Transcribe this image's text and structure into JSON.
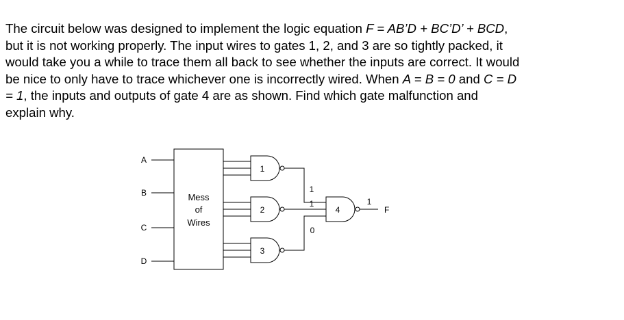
{
  "problem": {
    "segments": [
      {
        "t": "The circuit below was designed to implement the logic equation "
      },
      {
        "t": "F = AB’D + BC’D’ + BCD",
        "i": true
      },
      {
        "t": ",",
        "br": true
      },
      {
        "t": "but it is not working properly. The input wires to gates 1, 2, and 3 are so tightly packed, it",
        "br": true
      },
      {
        "t": "would take you a while to trace them all back to see whether the inputs are correct. It would",
        "br": true
      },
      {
        "t": "be nice to only have to trace whichever one is incorrectly wired. When "
      },
      {
        "t": "A = B = 0",
        "i": true
      },
      {
        "t": " and "
      },
      {
        "t": "C = D",
        "i": true,
        "br": true
      },
      {
        "t": "= 1",
        "i": true
      },
      {
        "t": ", the inputs and outputs of gate 4 are as shown. Find which gate malfunction and",
        "br": true
      },
      {
        "t": "explain why."
      }
    ]
  },
  "circuit": {
    "inputs": [
      "A",
      "B",
      "C",
      "D"
    ],
    "box_label": [
      "Mess",
      "of",
      "Wires"
    ],
    "gates": [
      {
        "label": "1",
        "type": "NAND"
      },
      {
        "label": "2",
        "type": "NAND"
      },
      {
        "label": "3",
        "type": "NAND"
      },
      {
        "label": "4",
        "type": "NAND"
      }
    ],
    "gate4_input_values": [
      "1",
      "1",
      "0"
    ],
    "gate4_output_value": "1",
    "output_label": "F"
  }
}
